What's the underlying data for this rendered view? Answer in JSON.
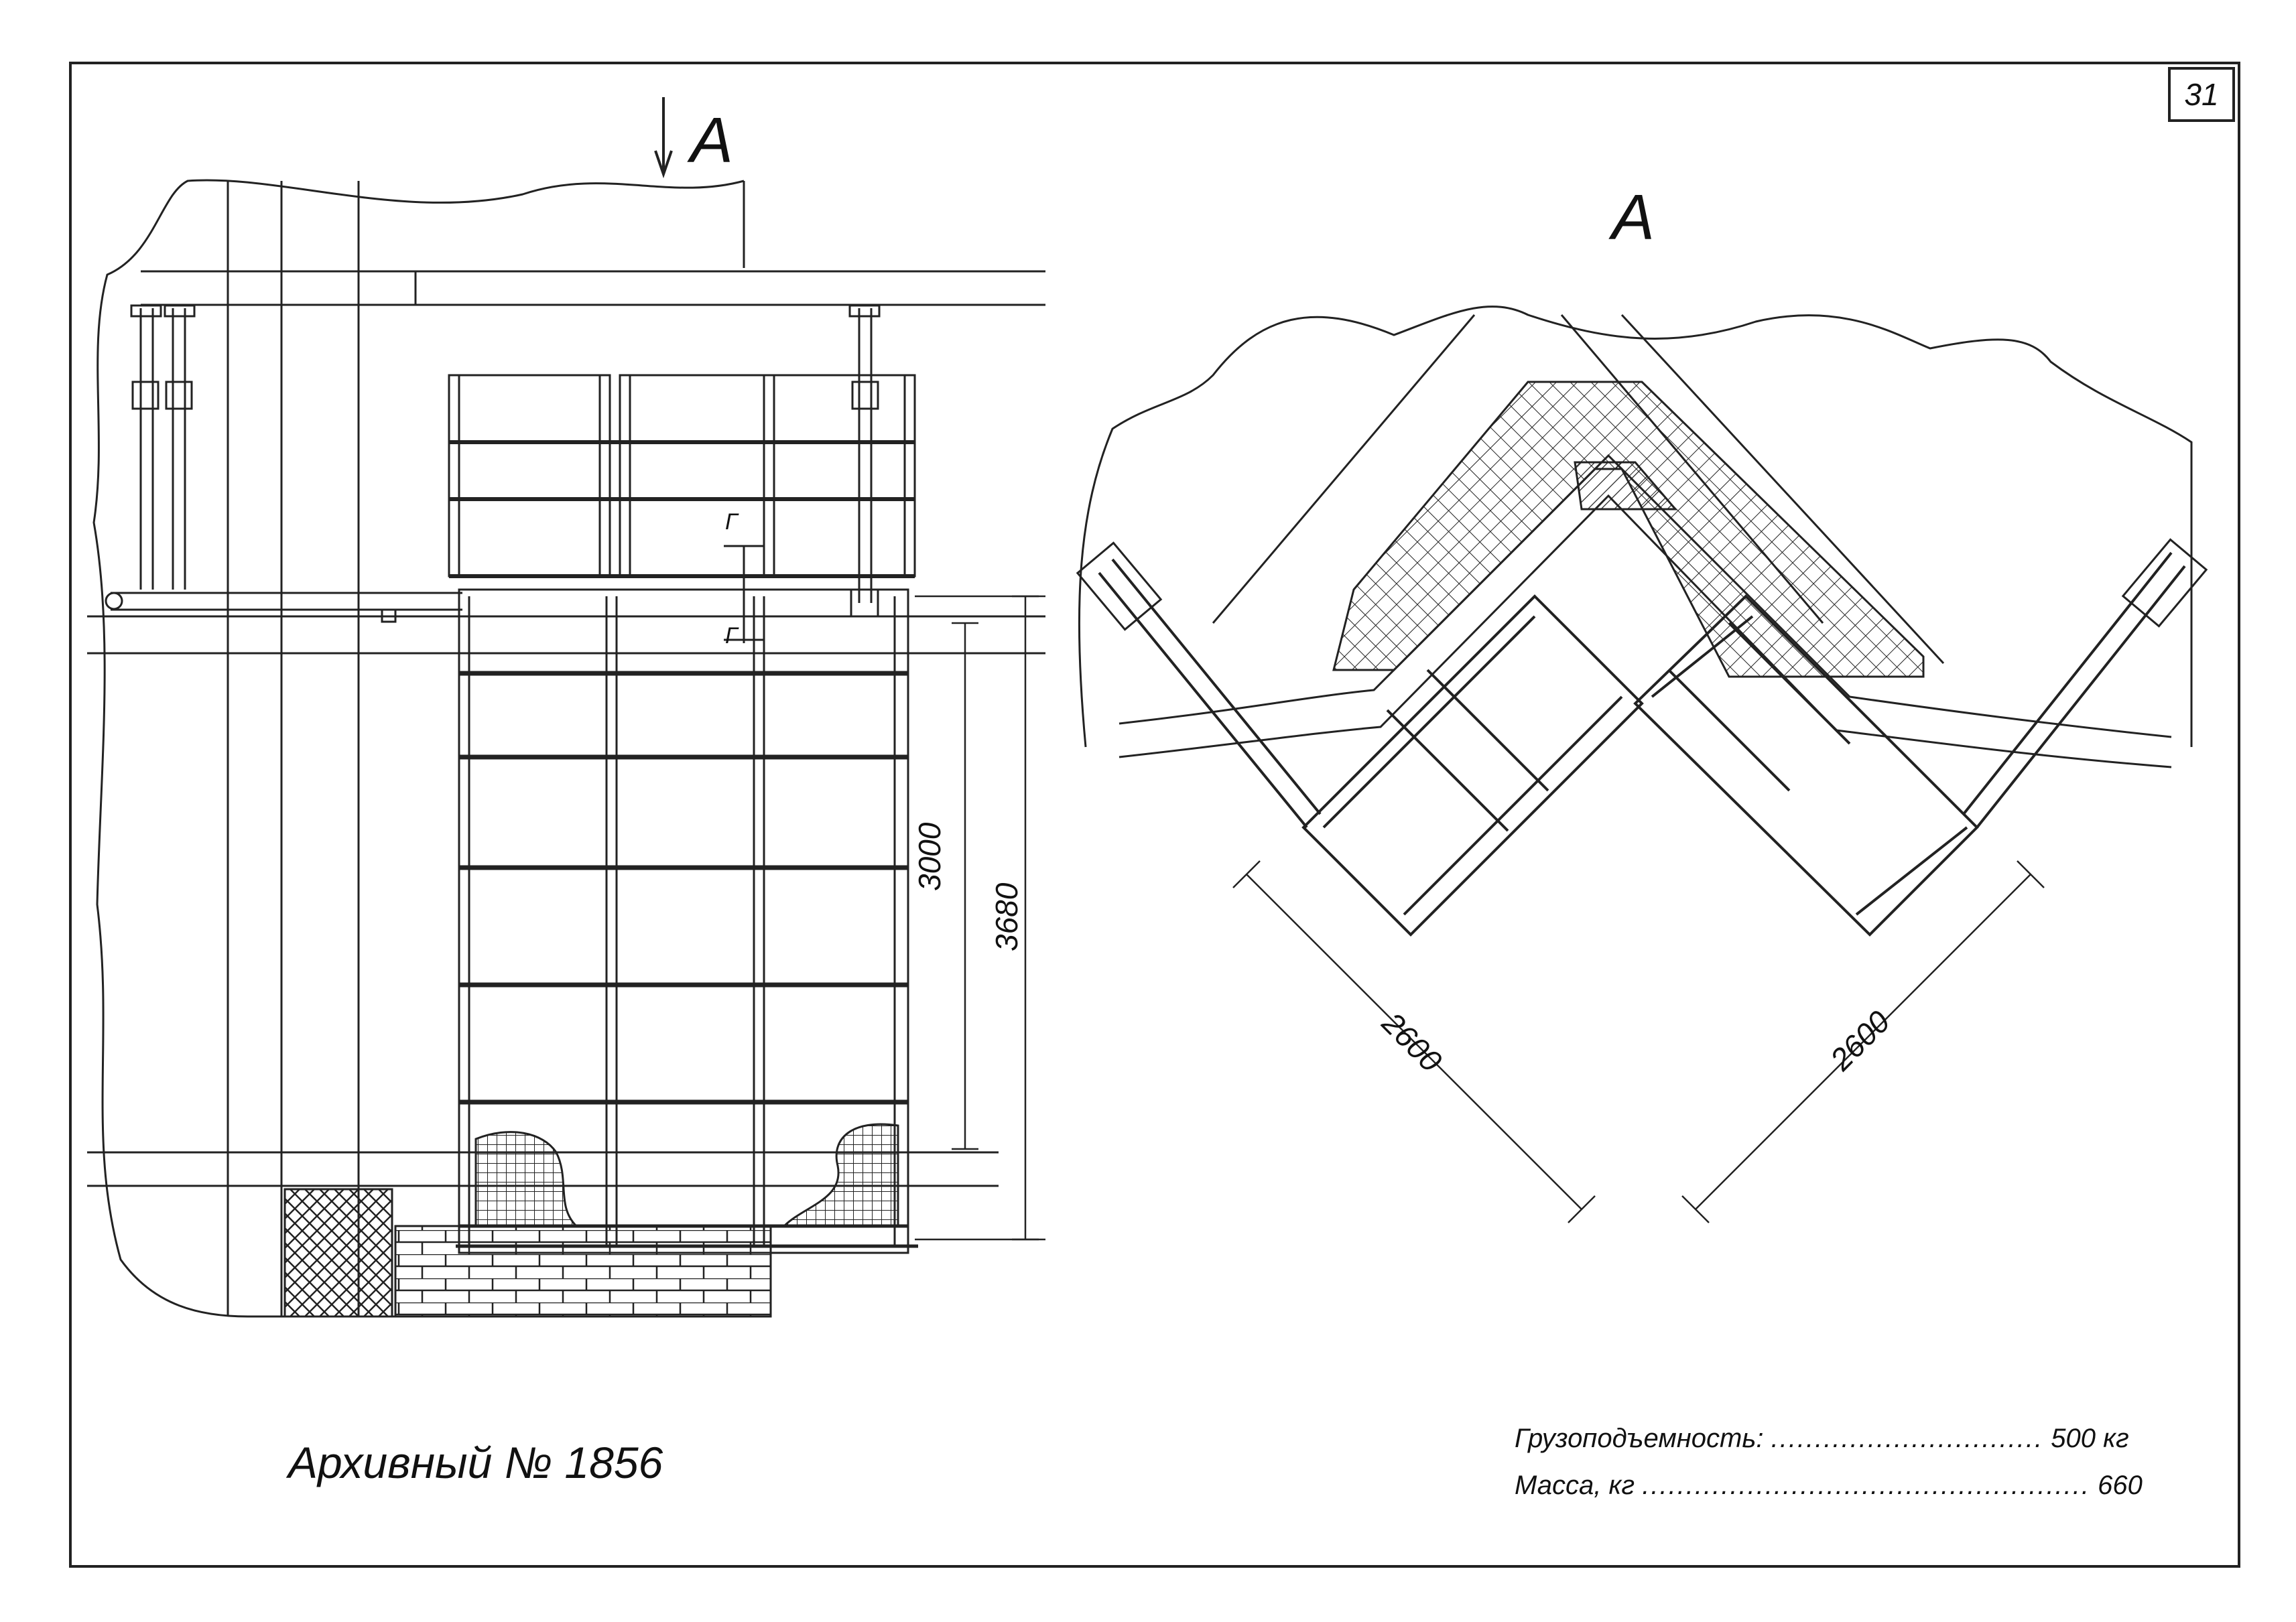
{
  "sheet": {
    "page_number": "31",
    "archive_label": "Архивный № 1856"
  },
  "views": {
    "section_mark": "А",
    "plan_title": "А",
    "small_mark_1": "Г",
    "small_mark_2": "Г"
  },
  "dimensions": {
    "height_inner": "3000",
    "height_total": "3680",
    "plan_left": "2600",
    "plan_right": "2600"
  },
  "specs": [
    {
      "label": "Грузоподъемность:",
      "dots": "...............................",
      "value": "500 кг"
    },
    {
      "label": "Масса, кг",
      "dots": "...................................................",
      "value": "660"
    }
  ]
}
